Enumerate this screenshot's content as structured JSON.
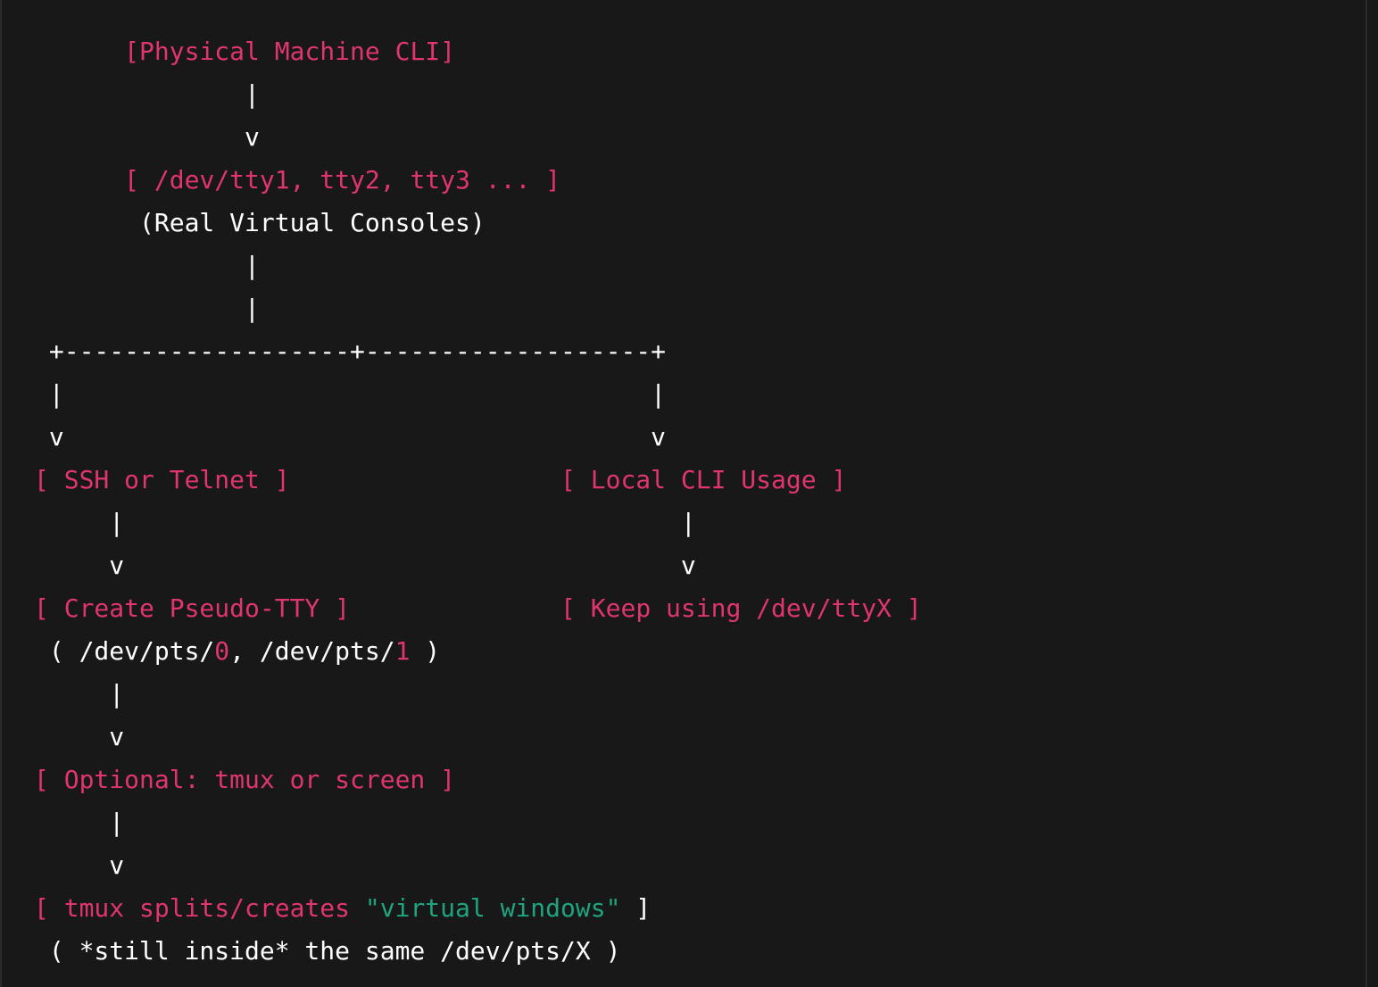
{
  "colors": {
    "background": "#181818",
    "plain_text": "#ffffff",
    "keyword_pink": "#e0356f",
    "string_green": "#1ea57e"
  },
  "lines": [
    [
      {
        "t": "      "
      },
      {
        "t": "[Physical Machine CLI]",
        "c": "p"
      }
    ],
    [
      {
        "t": "              |"
      }
    ],
    [
      {
        "t": "              v"
      }
    ],
    [
      {
        "t": "     "
      },
      {
        "t": " [ /dev/tty1, tty2, tty3 ... ]",
        "c": "p"
      }
    ],
    [
      {
        "t": "       (Real Virtual Consoles)"
      }
    ],
    [
      {
        "t": "              |"
      }
    ],
    [
      {
        "t": "              |"
      }
    ],
    [
      {
        "t": " +-------------------+-------------------+"
      }
    ],
    [
      {
        "t": " |                                       |"
      }
    ],
    [
      {
        "t": " v                                       v"
      }
    ],
    [
      {
        "t": "[ SSH or Telnet ]",
        "c": "p"
      },
      {
        "t": "                  "
      },
      {
        "t": "[ Local CLI Usage ]",
        "c": "p"
      }
    ],
    [
      {
        "t": "     |                                     |"
      }
    ],
    [
      {
        "t": "     v                                     v"
      }
    ],
    [
      {
        "t": "[ Create Pseudo-TTY ]",
        "c": "p"
      },
      {
        "t": "              "
      },
      {
        "t": "[ Keep using /dev/ttyX ]",
        "c": "p"
      }
    ],
    [
      {
        "t": " ( /dev/pts/"
      },
      {
        "t": "0",
        "c": "p"
      },
      {
        "t": ", /dev/pts/"
      },
      {
        "t": "1",
        "c": "p"
      },
      {
        "t": " )"
      }
    ],
    [
      {
        "t": "     |"
      }
    ],
    [
      {
        "t": "     v"
      }
    ],
    [
      {
        "t": "[ Optional: tmux or screen ]",
        "c": "p"
      }
    ],
    [
      {
        "t": "     |"
      }
    ],
    [
      {
        "t": "     v"
      }
    ],
    [
      {
        "t": "[ tmux splits/creates ",
        "c": "p"
      },
      {
        "t": "\"virtual windows\"",
        "c": "g"
      },
      {
        "t": " ]"
      }
    ],
    [
      {
        "t": " ( *still inside* the same /dev/pts/X )"
      }
    ]
  ]
}
